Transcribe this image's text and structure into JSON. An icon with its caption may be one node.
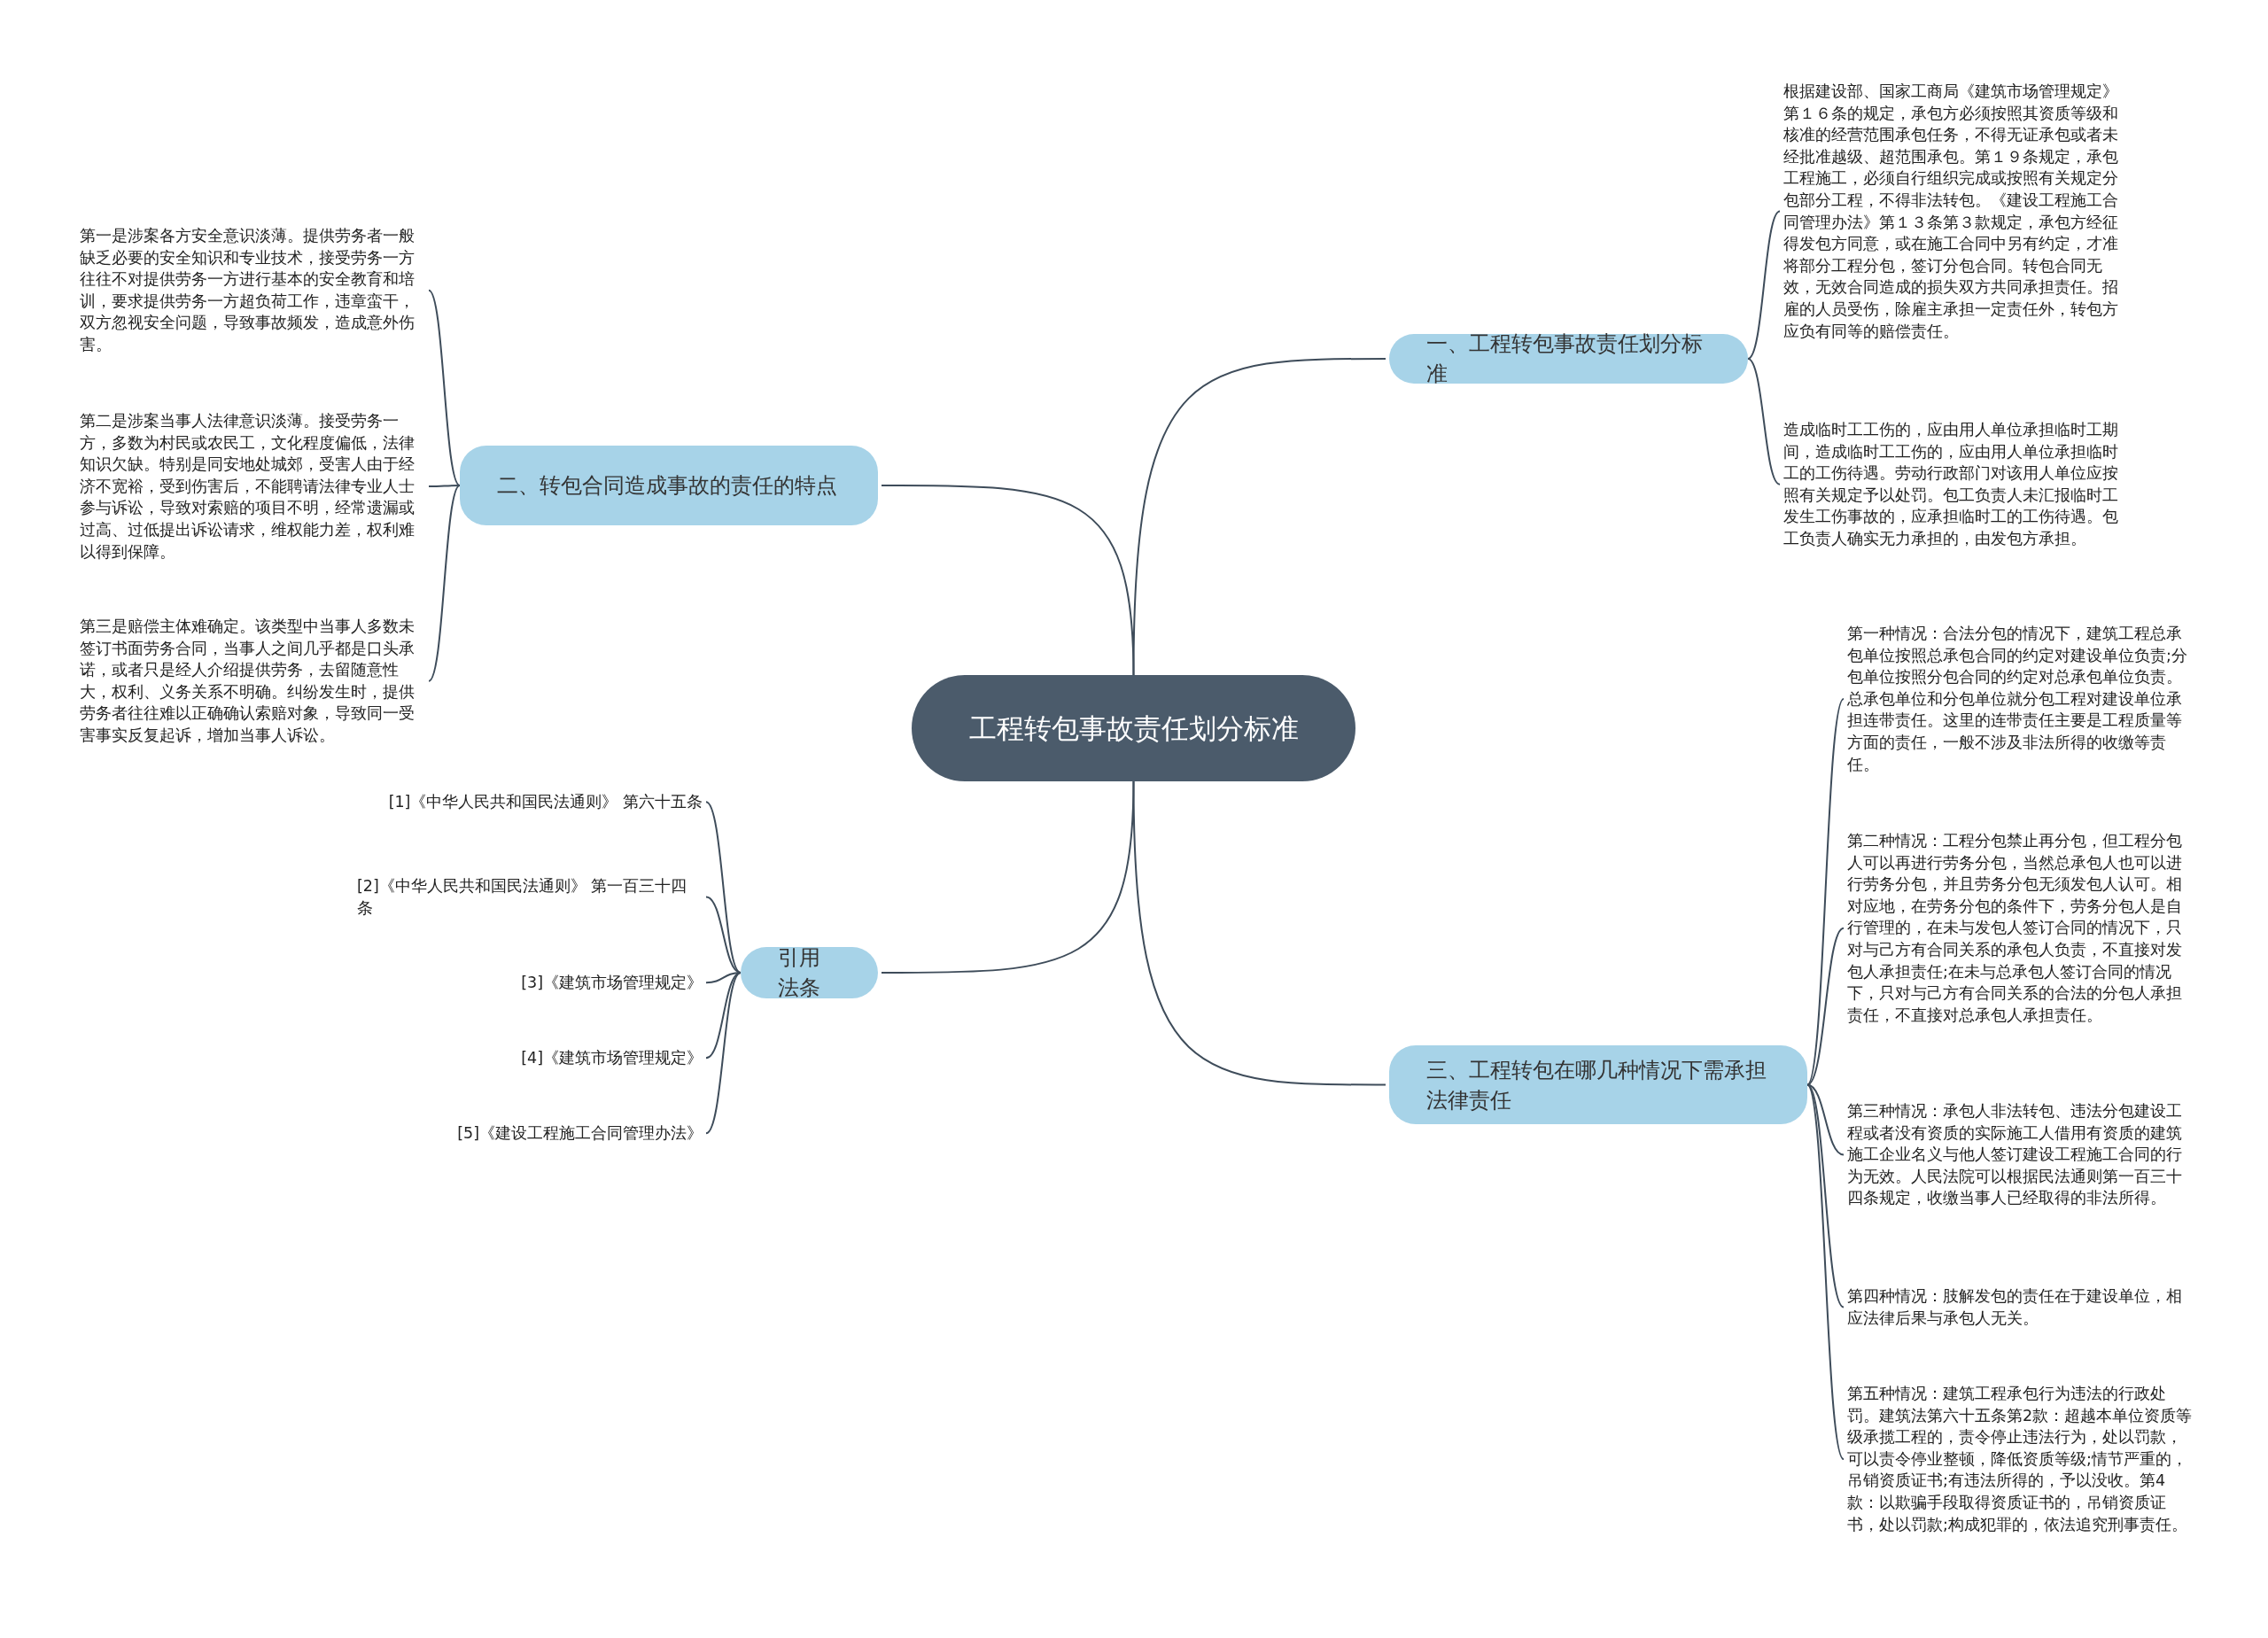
{
  "diagram": {
    "nodes": [
      {
        "text": [
          "工程转包事故责任划分标准"
        ]
      },
      {
        "text": [
          "一、工程转包事故责任划分标准"
        ]
      },
      {
        "text": [
          "根据建设部、国家工商局《建筑市场管理规定》第１６条的规定，承包方必须按照其资质等级和核准的经营范围承包任务，不得无证承包或者未经批准越级、超范围承包。第１９条规定，承包工程施工，必须自行组织完成或按照有关规定分包部分工程，不得非法转包。《建设工程施工合同管理办法》第１３条第３款规定，承包方经征得发包方同意，或在施工合同中另有约定，才准将部分工程分包，签订分包合同。转包合同无效，无效合同造成的损失双方共同承担责任。招雇的人员受伤，除雇主承担一定责任外，转包方应负有同等的赔偿责任。"
        ]
      },
      {
        "text": [
          "造成临时工工伤的，应由用人单位承担临时工期间，造成临时工工伤的，应由用人单位承担临时工的工伤待遇。劳动行政部门对该用人单位应按照有关规定予以处罚。包工负责人未汇报临时工发生工伤事故的，应承担临时工的工伤待遇。包工负责人确实无力承担的，由发包方承担。"
        ]
      },
      {
        "text": [
          "二、转包合同造成事故的责任的特点"
        ]
      },
      {
        "text": [
          "第一是涉案各方安全意识淡薄。提供劳务者一般缺乏必要的安全知识和专业技术，接受劳务一方往往不对提供劳务一方进行基本的安全教育和培训，要求提供劳务一方超负荷工作，违章蛮干，双方忽视安全问题，导致事故频发，造成意外伤害。"
        ]
      },
      {
        "text": [
          "第二是涉案当事人法律意识淡薄。接受劳务一方，多数为村民或农民工，文化程度偏低，法律知识欠缺。特别是同安地处城郊，受害人由于经济不宽裕，受到伤害后，不能聘请法律专业人士参与诉讼，导致对索赔的项目不明，经常遗漏或过高、过低提出诉讼请求，维权能力差，权利难以得到保障。"
        ]
      },
      {
        "text": [
          "第三是赔偿主体难确定。该类型中当事人多数未签订书面劳务合同，当事人之间几乎都是口头承诺，或者只是经人介绍提供劳务，去留随意性大，权利、义务关系不明确。纠纷发生时，提供劳务者往往难以正确确认索赔对象，导致同一受害事实反复起诉，增加当事人诉讼。"
        ]
      },
      {
        "text": [
          "引用法条"
        ]
      },
      {
        "text": [
          "[1]《中华人民共和国民法通则》 第六十五条"
        ]
      },
      {
        "text": [
          "[2]《中华人民共和国民法通则》 第一百三十四条"
        ]
      },
      {
        "text": [
          "[3]《建筑市场管理规定》"
        ]
      },
      {
        "text": [
          "[4]《建筑市场管理规定》"
        ]
      },
      {
        "text": [
          "[5]《建设工程施工合同管理办法》"
        ]
      },
      {
        "text": [
          "三、工程转包在哪几种情况下需承担法律责任"
        ]
      },
      {
        "text": [
          "第一种情况：合法分包的情况下，建筑工程总承包单位按照总承包合同的约定对建设单位负责;分包单位按照分包合同的约定对总承包单位负责。总承包单位和分包单位就分包工程对建设单位承担连带责任。这里的连带责任主要是工程质量等方面的责任，一般不涉及非法所得的收缴等责任。"
        ]
      },
      {
        "text": [
          "第二种情况：工程分包禁止再分包，但工程分包人可以再进行劳务分包，当然总承包人也可以进行劳务分包，并且劳务分包无须发包人认可。相对应地，在劳务分包的条件下，劳务分包人是自行管理的，在未与发包人签订合同的情况下，只对与己方有合同关系的承包人负责，不直接对发包人承担责任;在未与总承包人签订合同的情况下，只对与己方有合同关系的合法的分包人承担责任，不直接对总承包人承担责任。"
        ]
      },
      {
        "text": [
          "第三种情况：承包人非法转包、违法分包建设工程或者没有资质的实际施工人借用有资质的建筑施工企业名义与他人签订建设工程施工合同的行为无效。人民法院可以根据民法通则第一百三十四条规定，收缴当事人已经取得的非法所得。"
        ]
      },
      {
        "text": [
          "第四种情况：肢解发包的责任在于建设单位，相应法律后果与承包人无关。"
        ]
      },
      {
        "text": [
          "第五种情况：建筑工程承包行为违法的行政处罚。建筑法第六十五条第2款：超越本单位资质等级承揽工程的，责令停止违法行为，处以罚款，可以责令停业整顿，降低资质等级;情节严重的，吊销资质证书;有违法所得的，予以没收。第4款：以欺骗手段取得资质证书的，吊销资质证书，处以罚款;构成犯罪的，依法追究刑事责任。"
        ]
      }
    ],
    "edges": [
      {
        "from": 0,
        "to": 1,
        "arrow": "none"
      },
      {
        "from": 1,
        "to": 2,
        "arrow": "none"
      },
      {
        "from": 1,
        "to": 3,
        "arrow": "none"
      },
      {
        "from": 0,
        "to": 4,
        "arrow": "none"
      },
      {
        "from": 4,
        "to": 5,
        "arrow": "none"
      },
      {
        "from": 4,
        "to": 6,
        "arrow": "none"
      },
      {
        "from": 4,
        "to": 7,
        "arrow": "none"
      },
      {
        "from": 0,
        "to": 8,
        "arrow": "none"
      },
      {
        "from": 8,
        "to": 9,
        "arrow": "none"
      },
      {
        "from": 8,
        "to": 10,
        "arrow": "none"
      },
      {
        "from": 8,
        "to": 11,
        "arrow": "none"
      },
      {
        "from": 8,
        "to": 12,
        "arrow": "none"
      },
      {
        "from": 8,
        "to": 13,
        "arrow": "none"
      },
      {
        "from": 0,
        "to": 14,
        "arrow": "none"
      },
      {
        "from": 14,
        "to": 15,
        "arrow": "none"
      },
      {
        "from": 14,
        "to": 16,
        "arrow": "none"
      },
      {
        "from": 14,
        "to": 17,
        "arrow": "none"
      },
      {
        "from": 14,
        "to": 18,
        "arrow": "none"
      },
      {
        "from": 14,
        "to": 19,
        "arrow": "none"
      }
    ]
  }
}
